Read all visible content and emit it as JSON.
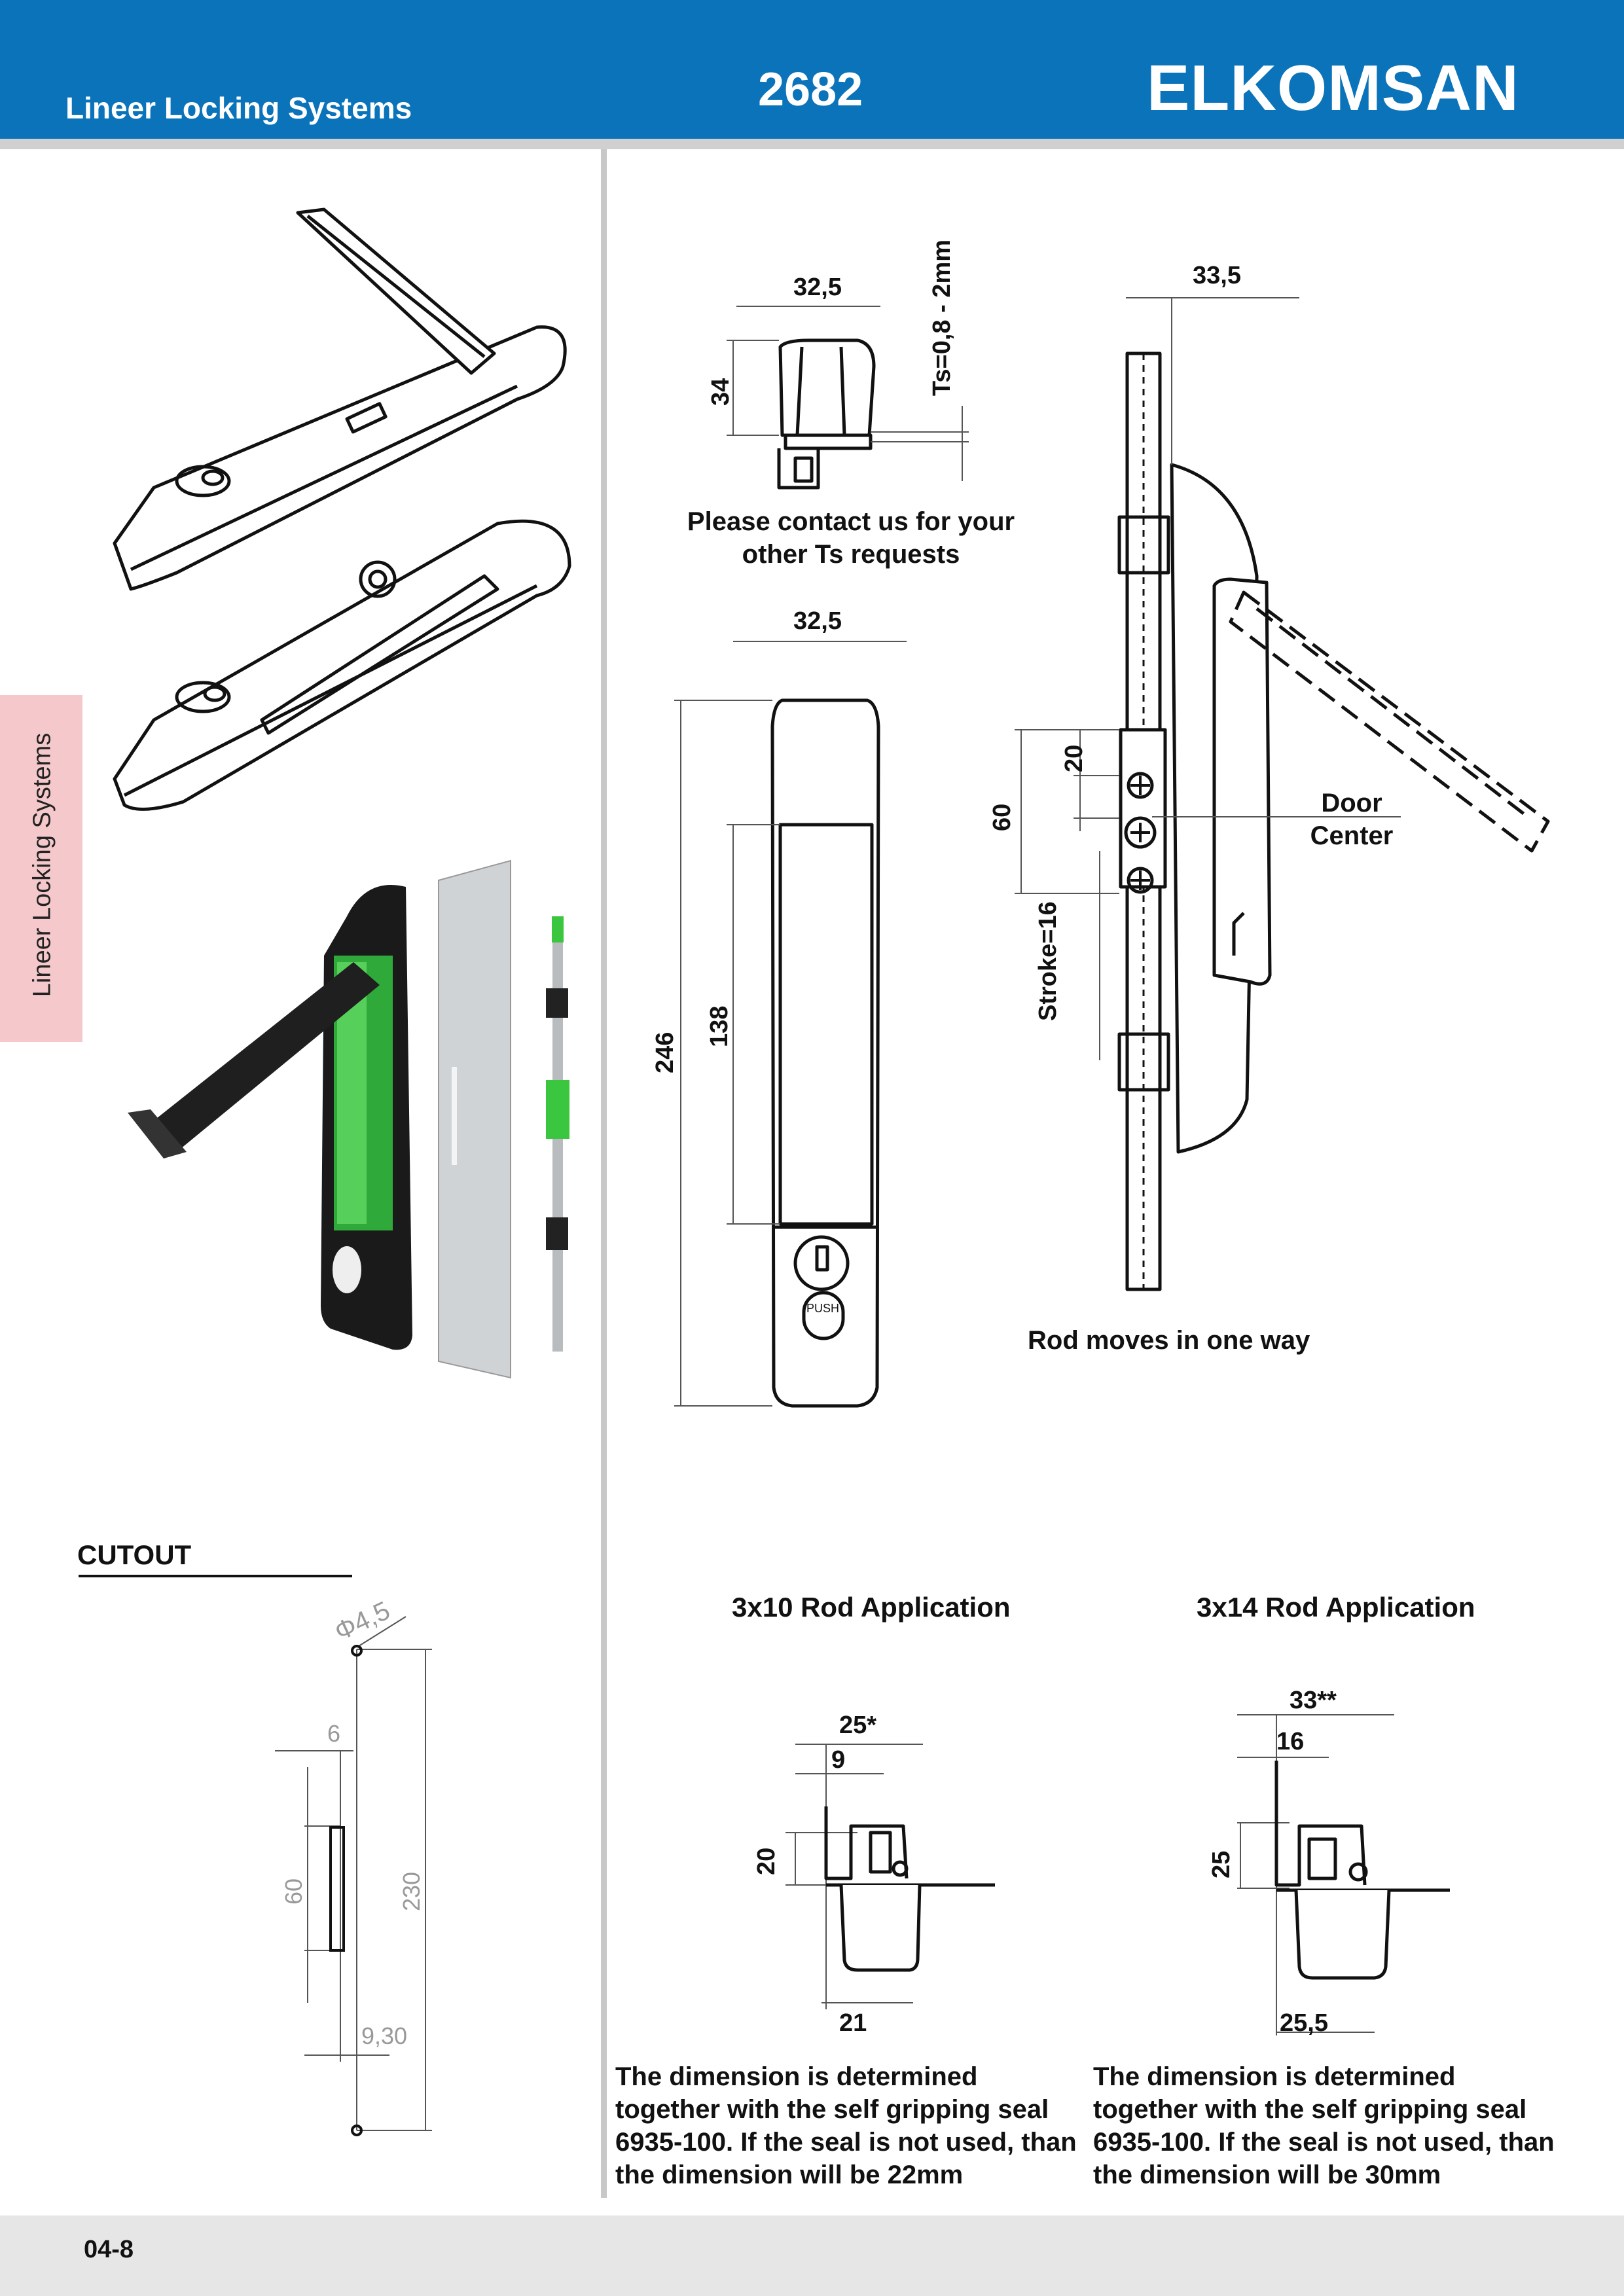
{
  "header": {
    "section_title": "Lineer Locking Systems",
    "product_code": "2682",
    "brand": "ELKOMSAN"
  },
  "side_tab": {
    "label": "Lineer Locking Systems"
  },
  "top_drawing": {
    "width_top": "32,5",
    "height_top": "34",
    "ts_label": "Ts=0,8 - 2mm",
    "contact_note": "Please contact us for your other Ts requests",
    "width_front": "32,5",
    "total_height": "246",
    "grip_height": "138"
  },
  "side_drawing": {
    "width": "33,5",
    "dim_20": "20",
    "dim_60": "60",
    "stroke": "Stroke=16",
    "door_center": "Door Center",
    "rod_note": "Rod moves in one way"
  },
  "cutout": {
    "title": "CUTOUT",
    "diameter": "Φ4,5",
    "slot_width": "6",
    "slot_height": "60",
    "total_height": "230",
    "offset": "9,30"
  },
  "rod_3x10": {
    "title": "3x10 Rod Application",
    "dim_top": "25*",
    "dim_inner": "9",
    "dim_height": "20",
    "dim_bottom": "21",
    "note": "The dimension is determined together with the self gripping seal 6935-100. If the seal is not used, than the dimension will be 22mm"
  },
  "rod_3x14": {
    "title": "3x14 Rod Application",
    "dim_top": "33**",
    "dim_inner": "16",
    "dim_height": "25",
    "dim_bottom": "25,5",
    "note": "The dimension is determined together with the self gripping seal 6935-100. If the seal is not used, than the dimension will be 30mm"
  },
  "footer": {
    "page_number": "04-8"
  },
  "colors": {
    "header_blue": "#0a73b9",
    "side_tab_pink": "#f5c9cc",
    "footer_gray": "#e6e6e6"
  }
}
